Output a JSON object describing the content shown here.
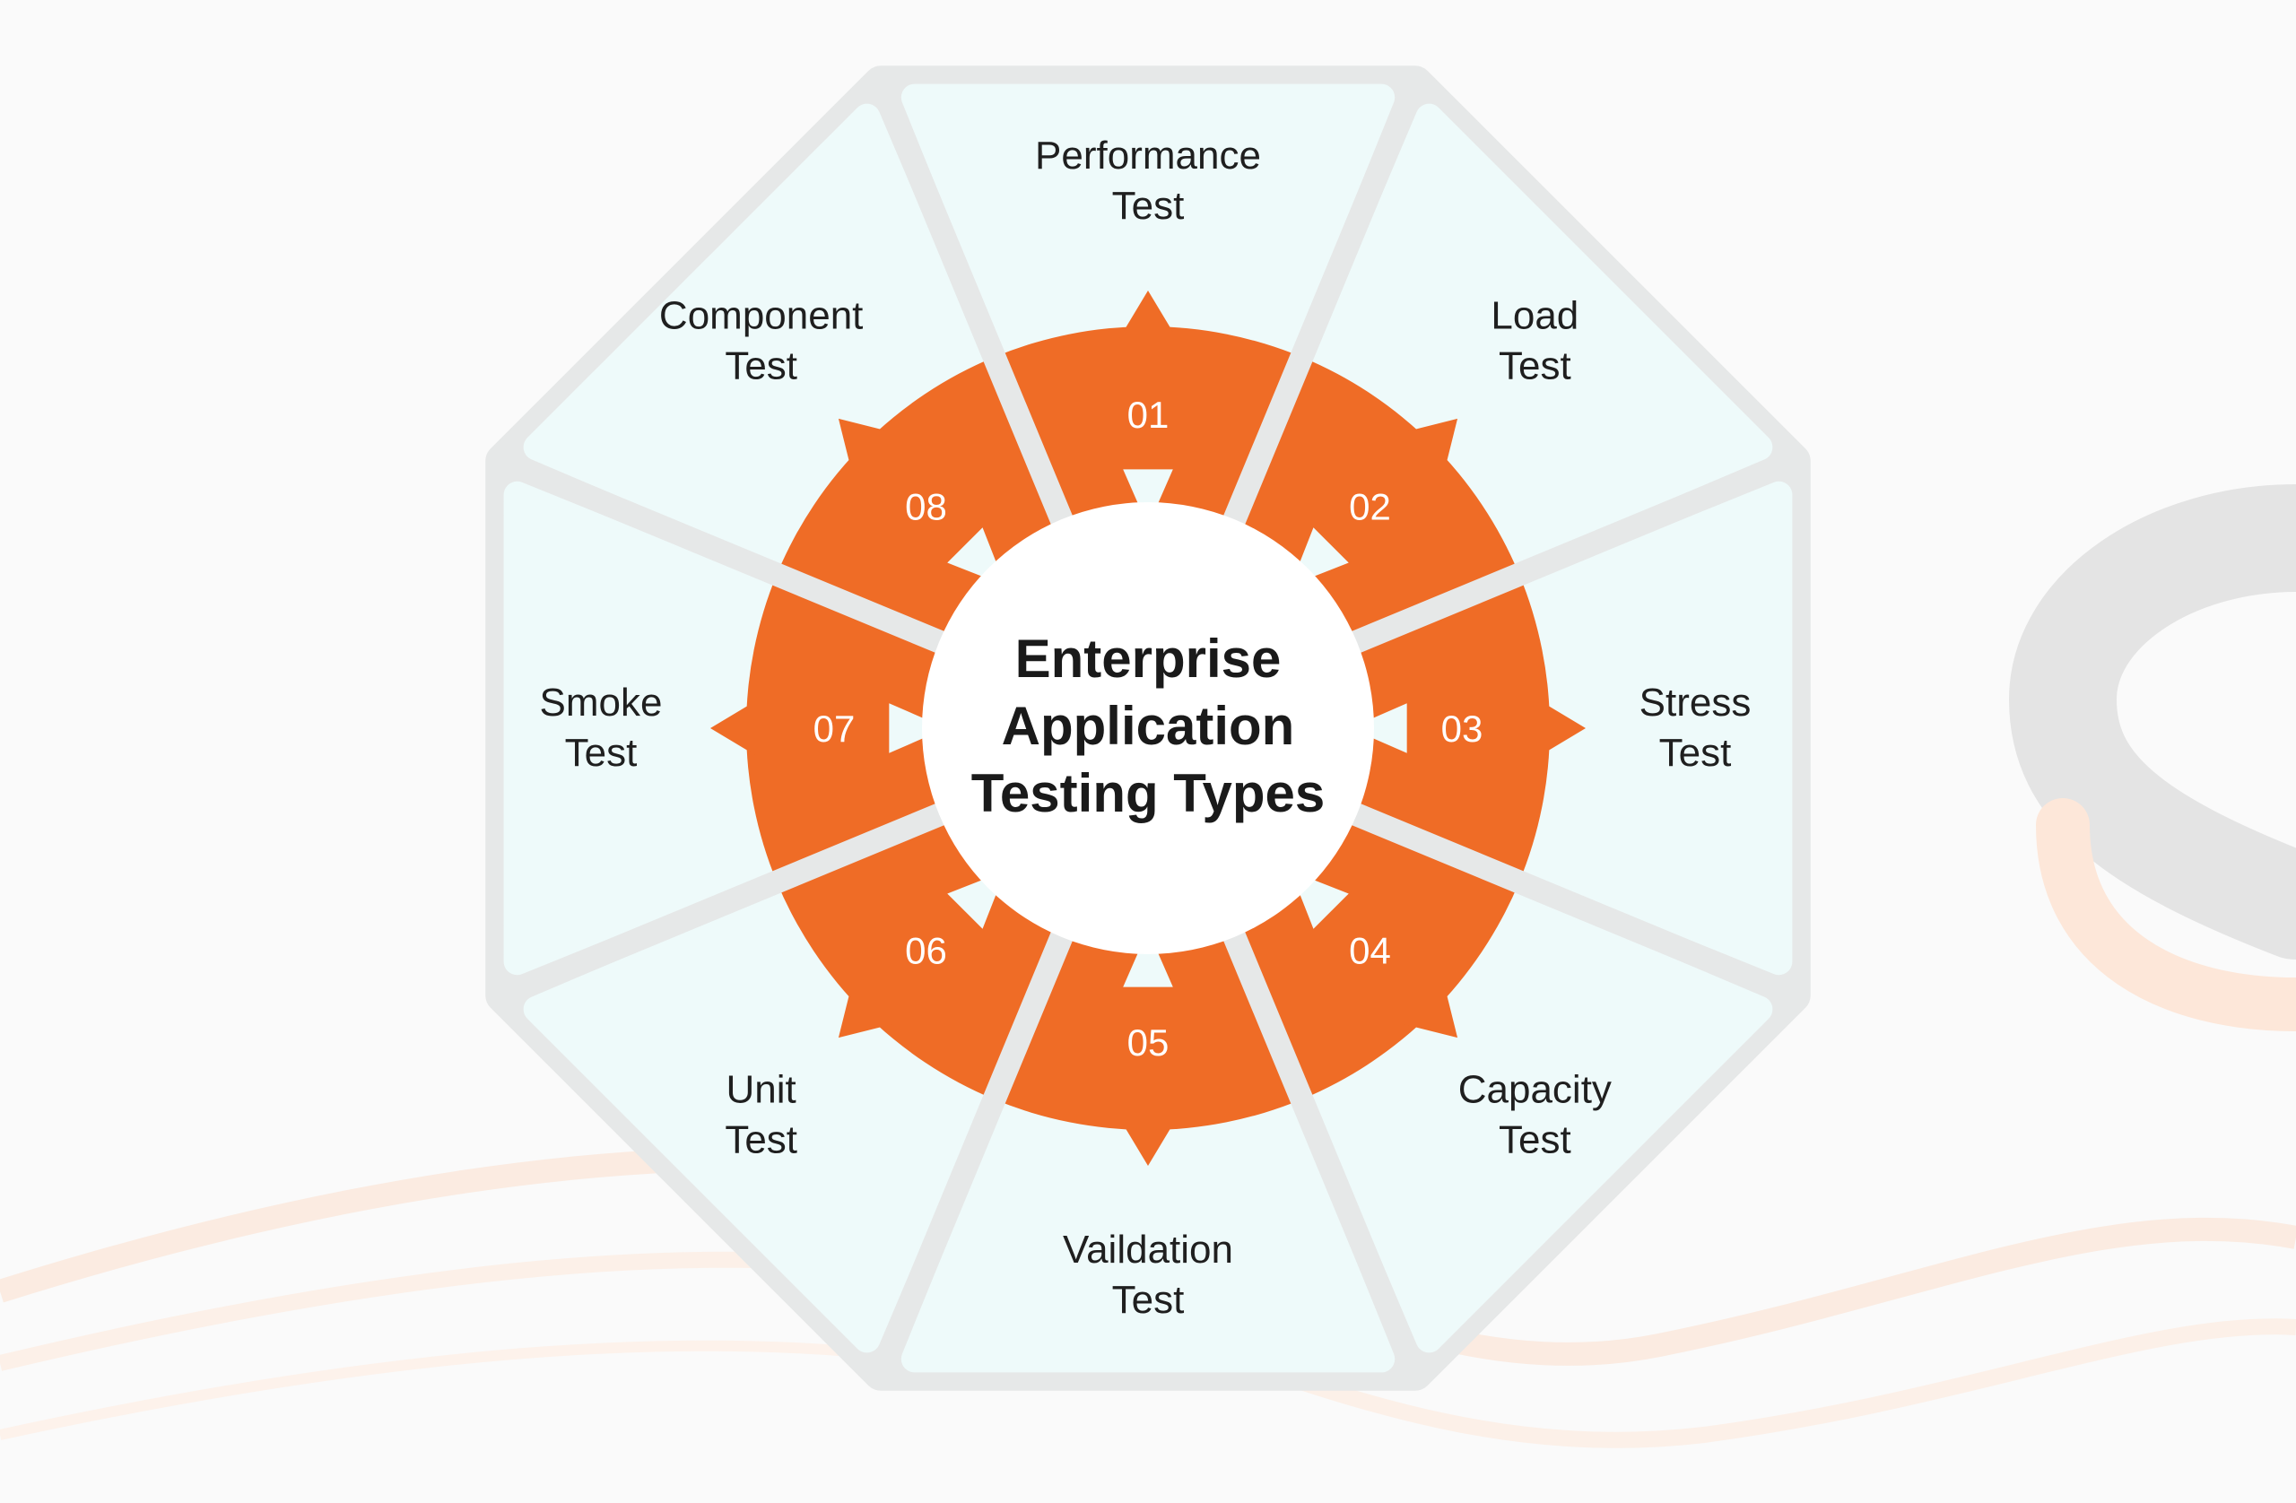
{
  "diagram": {
    "title_lines": [
      "Enterprise",
      "Application",
      "Testing Types"
    ],
    "segments": [
      {
        "number": "01",
        "label_lines": [
          "Performance",
          "Test"
        ]
      },
      {
        "number": "02",
        "label_lines": [
          "Load",
          "Test"
        ]
      },
      {
        "number": "03",
        "label_lines": [
          "Stress",
          "Test"
        ]
      },
      {
        "number": "04",
        "label_lines": [
          "Capacity",
          "Test"
        ]
      },
      {
        "number": "05",
        "label_lines": [
          "Vaildation",
          "Test"
        ]
      },
      {
        "number": "06",
        "label_lines": [
          "Unit",
          "Test"
        ]
      },
      {
        "number": "07",
        "label_lines": [
          "Smoke",
          "Test"
        ]
      },
      {
        "number": "08",
        "label_lines": [
          "Component",
          "Test"
        ]
      }
    ]
  },
  "colors": {
    "accent": "#ef6c26",
    "panel": "#eefafa",
    "panel_gap": "#e6e8e8",
    "background": "#fafafa",
    "logo_gray": "#e4e4e4",
    "logo_peach": "#fde7d9"
  },
  "icons": [
    "brand-logo-mark"
  ]
}
